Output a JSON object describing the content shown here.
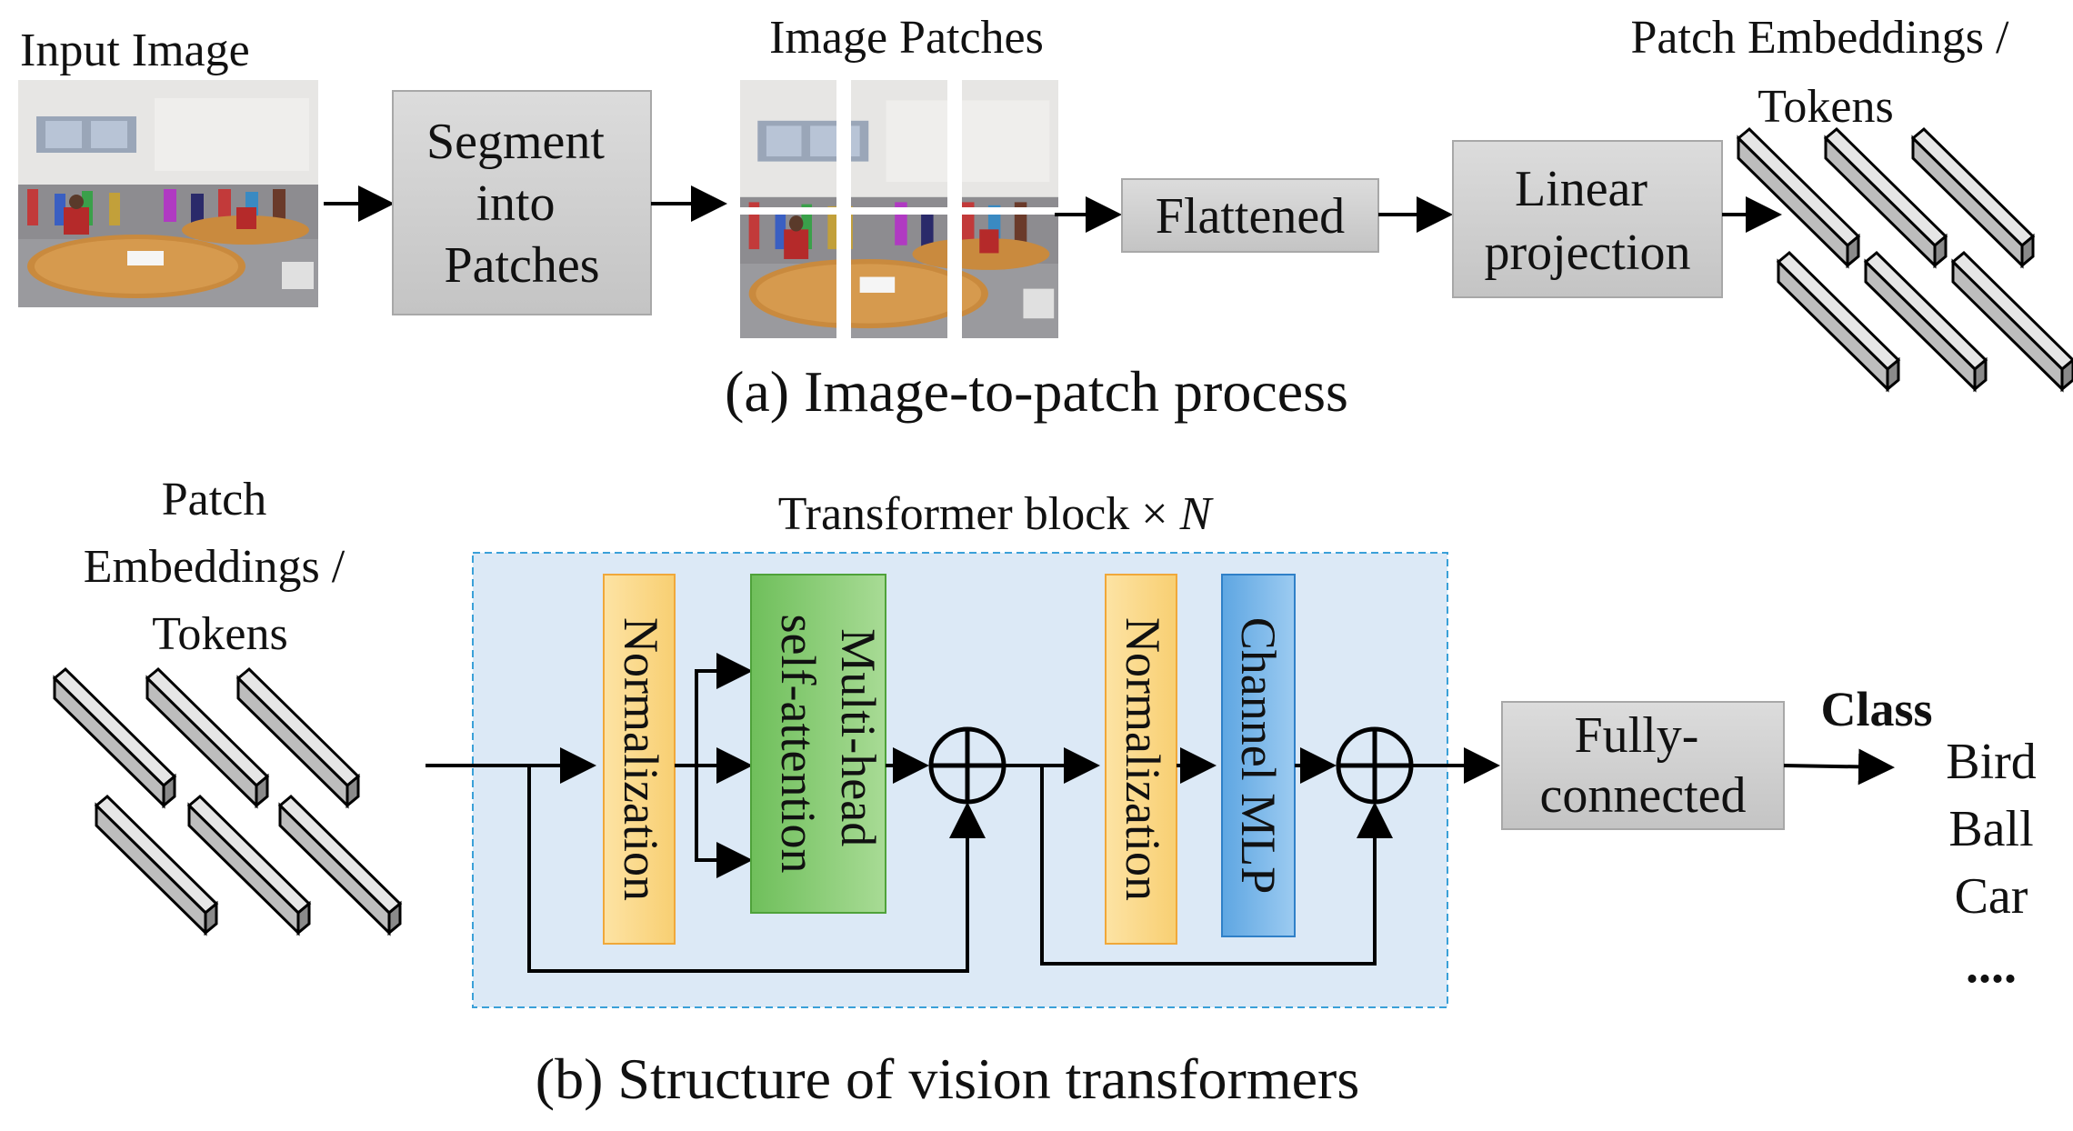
{
  "part_a": {
    "input_label": "Input Image",
    "segment_label": [
      "Segment",
      "into",
      "Patches"
    ],
    "patches_label": "Image Patches",
    "flattened_label": "Flattened",
    "linear_label": [
      "Linear",
      "projection"
    ],
    "embeddings_label": [
      "Patch Embeddings /",
      "Tokens"
    ],
    "caption": "(a) Image-to-patch process"
  },
  "part_b": {
    "embeddings_label": [
      "Patch",
      "Embeddings /",
      "Tokens"
    ],
    "transformer_label": "Transformer block × ",
    "transformer_n": "N",
    "norm1_label": "Normalization",
    "mhsa_label": [
      "Multi-head",
      "self-attention"
    ],
    "norm2_label": "Normalization",
    "mlp_label": "Channel MLP",
    "fc_label": [
      "Fully-",
      "connected"
    ],
    "class_label": "Class",
    "classes": [
      "Bird",
      "Ball",
      "Car",
      "...."
    ],
    "caption": "(b) Structure of vision transformers"
  },
  "colors": {
    "gray_box": "#cfcfcf",
    "gray_border": "#a8a8a8",
    "token_face": "#bdbdbd",
    "transformer_bg": "#dce9f6",
    "transformer_border": "#3aa0d8",
    "norm_fill": "#fbd98c",
    "norm_border": "#f0a83a",
    "mhsa_fill": "#93d17e",
    "mhsa_border": "#4fa23a",
    "mlp_fill": "#76b3e6",
    "mlp_border": "#2f80c8"
  }
}
